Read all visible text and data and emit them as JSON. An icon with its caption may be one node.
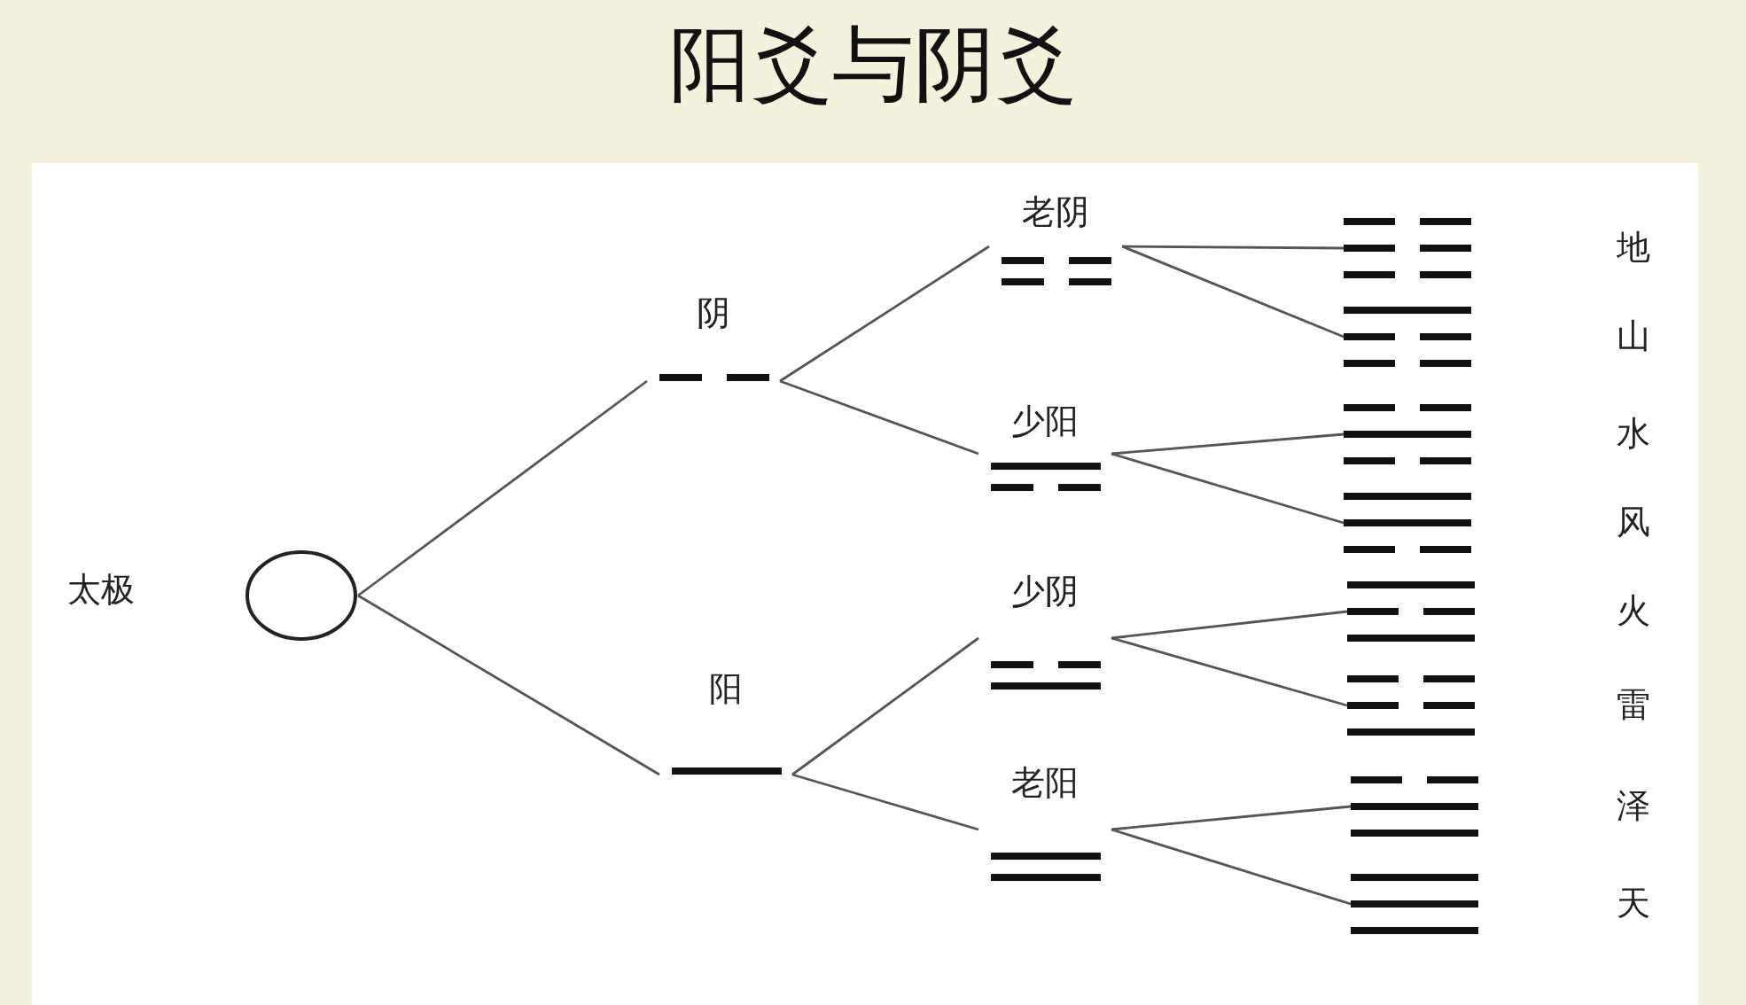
{
  "diagram": {
    "title": "阳爻与阴爻",
    "nodes": [
      {
        "text": [],
        "shape": "circle",
        "beside": [
          "太极"
        ]
      },
      {
        "text": [
          "阴"
        ]
      },
      {
        "text": [
          "阳"
        ]
      },
      {
        "text": [
          "老阴"
        ]
      },
      {
        "text": [
          "少阳"
        ]
      },
      {
        "text": [
          "少阴"
        ]
      },
      {
        "text": [
          "老阳"
        ]
      },
      {
        "text": [
          "地"
        ]
      },
      {
        "text": [
          "山"
        ]
      },
      {
        "text": [
          "水"
        ]
      },
      {
        "text": [
          "风"
        ]
      },
      {
        "text": [
          "火"
        ]
      },
      {
        "text": [
          "雷"
        ]
      },
      {
        "text": [
          "泽"
        ]
      },
      {
        "text": [
          "天"
        ]
      }
    ],
    "edges": [
      {
        "from": 0,
        "to": 1,
        "arrow": "none"
      },
      {
        "from": 0,
        "to": 2,
        "arrow": "none"
      },
      {
        "from": 1,
        "to": 3,
        "arrow": "none"
      },
      {
        "from": 1,
        "to": 4,
        "arrow": "none"
      },
      {
        "from": 2,
        "to": 5,
        "arrow": "none"
      },
      {
        "from": 2,
        "to": 6,
        "arrow": "none"
      },
      {
        "from": 3,
        "to": 7,
        "arrow": "none"
      },
      {
        "from": 3,
        "to": 8,
        "arrow": "none"
      },
      {
        "from": 4,
        "to": 9,
        "arrow": "none"
      },
      {
        "from": 4,
        "to": 10,
        "arrow": "none"
      },
      {
        "from": 5,
        "to": 11,
        "arrow": "none"
      },
      {
        "from": 5,
        "to": 12,
        "arrow": "none"
      },
      {
        "from": 6,
        "to": 13,
        "arrow": "none"
      },
      {
        "from": 6,
        "to": 14,
        "arrow": "none"
      }
    ]
  }
}
